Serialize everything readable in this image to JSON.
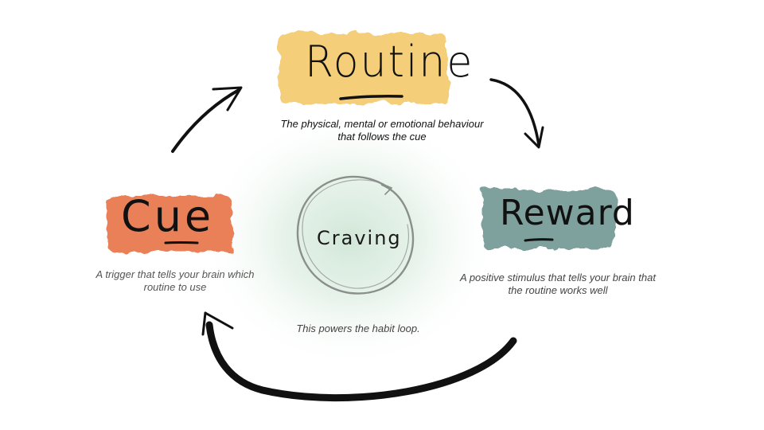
{
  "diagram": {
    "routine": {
      "title": "Routine",
      "description_line1": "The physical, mental or emotional behaviour",
      "description_line2": "that follows the cue",
      "color": "#f2c257"
    },
    "cue": {
      "title": "Cue",
      "description_line1": "A trigger that tells your brain which",
      "description_line2": "routine to use",
      "color": "#e56a3a"
    },
    "reward": {
      "title": "Reward",
      "description_line1": "A positive stimulus that tells your brain that",
      "description_line2": "the routine works well",
      "color": "#5f8a86"
    },
    "craving": {
      "title": "Craving",
      "description": "This powers the habit loop.",
      "color": "#cfe6d6"
    }
  }
}
